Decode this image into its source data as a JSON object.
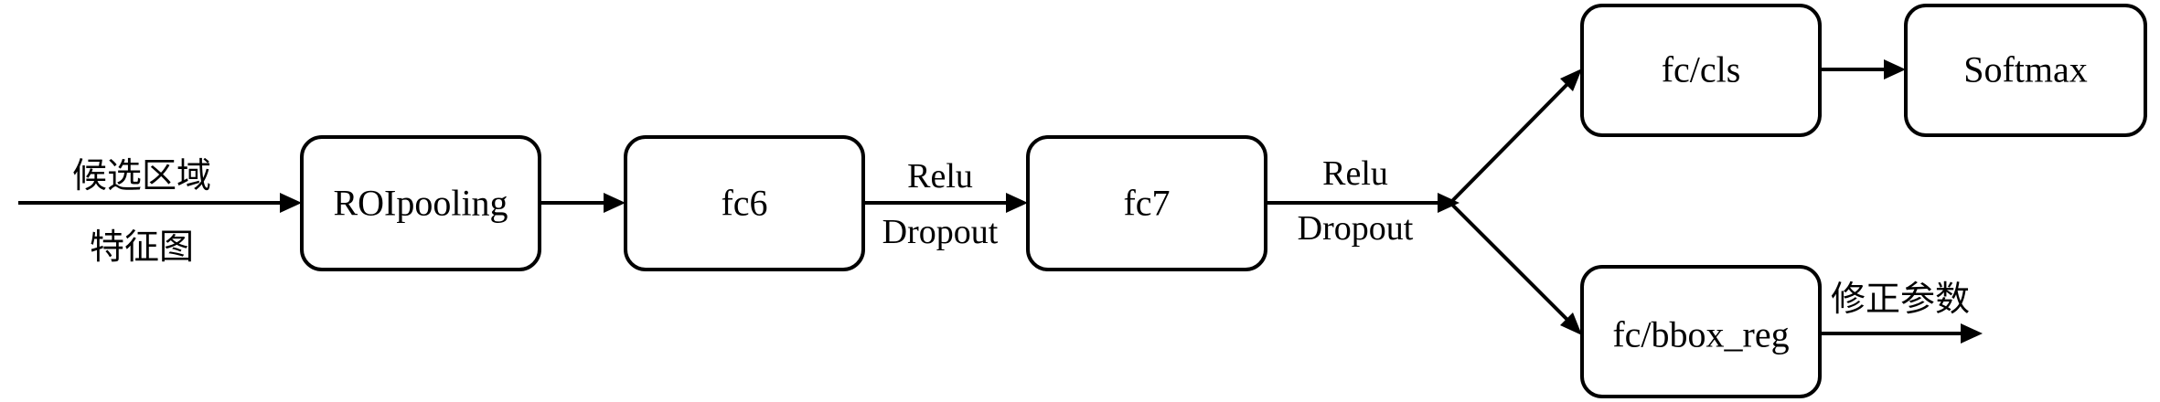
{
  "input": {
    "label_top": "候选区域",
    "label_bottom": "特征图"
  },
  "nodes": {
    "roipooling": "ROIpooling",
    "fc6": "fc6",
    "fc7": "fc7",
    "fc_cls": "fc/cls",
    "softmax": "Softmax",
    "fc_bbox_reg": "fc/bbox_reg"
  },
  "edges": {
    "fc6_to_fc7": {
      "top": "Relu",
      "bottom": "Dropout"
    },
    "fc7_to_branch": {
      "top": "Relu",
      "bottom": "Dropout"
    }
  },
  "output": {
    "bbox_label": "修正参数"
  },
  "colors": {
    "stroke": "#000000",
    "background": "#ffffff"
  }
}
